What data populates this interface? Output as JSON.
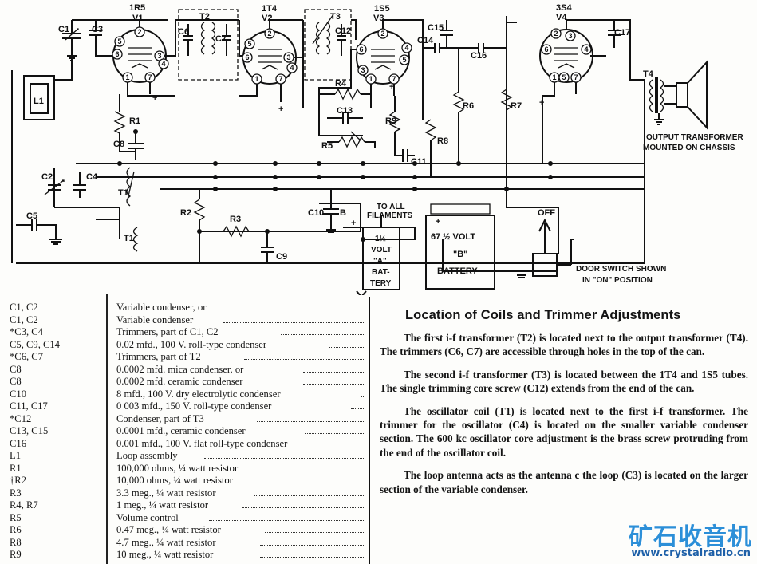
{
  "schematic": {
    "tubes": [
      {
        "type": "1R5",
        "designator": "V1",
        "pins": [
          "1",
          "2",
          "3",
          "4",
          "5",
          "6",
          "7"
        ]
      },
      {
        "type": "1T4",
        "designator": "V2",
        "pins": [
          "1",
          "2",
          "3",
          "4",
          "5",
          "6",
          "7"
        ]
      },
      {
        "type": "1S5",
        "designator": "V3",
        "pins": [
          "1",
          "2",
          "3",
          "4",
          "5",
          "6",
          "7"
        ]
      },
      {
        "type": "3S4",
        "designator": "V4",
        "pins": [
          "1",
          "2",
          "3",
          "4",
          "5",
          "6",
          "7"
        ]
      }
    ],
    "labels": {
      "c1": "C1",
      "c2": "C2",
      "c3": "C3",
      "c4": "C4",
      "c5": "C5",
      "c6": "C6",
      "c7": "C7",
      "c8": "C8",
      "c9": "C9",
      "c10": "C10",
      "b_mark": "B",
      "c11": "C11",
      "c12": "C12",
      "c13": "C13",
      "c14": "C14",
      "c15": "C15",
      "c16": "C16",
      "c17": "C17",
      "r1": "R1",
      "r2": "R2",
      "r3": "R3",
      "r4": "R4",
      "r5": "R5",
      "r6": "R6",
      "r7": "R7",
      "r8": "R8",
      "r9": "R9",
      "t1": "T1",
      "t1b": "T1",
      "t2": "T2",
      "t3": "T3",
      "t4": "T4",
      "l1": "L1",
      "plus": "+"
    },
    "output_transformer": [
      "OUTPUT TRANSFORMER",
      "MOUNTED ON CHASSIS"
    ],
    "to_filaments": [
      "TO ALL",
      "FILAMENTS"
    ],
    "a_battery": [
      "1½",
      "VOLT",
      "\"A\"",
      "BAT-",
      "TERY"
    ],
    "b_battery": [
      "67 ½ VOLT",
      "\"B\"",
      "BATTERY"
    ],
    "off_label": "OFF",
    "door_switch": [
      "DOOR SWITCH SHOWN",
      "IN \"ON\" POSITION"
    ]
  },
  "parts_list": [
    {
      "ref": "C1, C2",
      "desc": "Variable condenser, or"
    },
    {
      "ref": "C1, C2",
      "desc": "Variable condenser"
    },
    {
      "ref": "*C3, C4",
      "desc": "Trimmers, part of C1, C2"
    },
    {
      "ref": "C5, C9, C14",
      "desc": "0.02 mfd., 100 V. roll-type condenser"
    },
    {
      "ref": "*C6, C7",
      "desc": "Trimmers, part of T2"
    },
    {
      "ref": "C8",
      "desc": "0.0002 mfd. mica condenser, or"
    },
    {
      "ref": "C8",
      "desc": "0.0002 mfd. ceramic condenser"
    },
    {
      "ref": "C10",
      "desc": "8 mfd., 100 V. dry electrolytic condenser"
    },
    {
      "ref": "C11, C17",
      "desc": "0 003 mfd., 150 V. roll-type condenser"
    },
    {
      "ref": "*C12",
      "desc": "Condenser, part of T3"
    },
    {
      "ref": "C13, C15",
      "desc": "0.0001 mfd., ceramic condenser"
    },
    {
      "ref": "C16",
      "desc": "0.001 mfd., 100 V. flat roll-type condenser"
    },
    {
      "ref": "L1",
      "desc": "Loop assembly"
    },
    {
      "ref": "R1",
      "desc": "100,000 ohms, ¼ watt resistor"
    },
    {
      "ref": "†R2",
      "desc": "10,000 ohms, ¼ watt resistor"
    },
    {
      "ref": "R3",
      "desc": "3.3 meg., ¼ watt resistor"
    },
    {
      "ref": "R4, R7",
      "desc": "1 meg., ¼ watt resistor"
    },
    {
      "ref": "R5",
      "desc": "Volume control"
    },
    {
      "ref": "R6",
      "desc": "0.47 meg., ¼ watt resistor"
    },
    {
      "ref": "R8",
      "desc": "4.7 meg., ¼ watt resistor"
    },
    {
      "ref": "R9",
      "desc": "10 meg., ¼ watt resistor"
    }
  ],
  "notes": {
    "title": "Location of Coils and Trimmer Adjustments",
    "paragraphs": [
      "The first i-f transformer (T2) is located next to the output transformer (T4). The trimmers (C6, C7) are accessible through holes in the top of the can.",
      "The second i-f transformer (T3) is located between the 1T4 and 1S5 tubes. The single trimming core screw (C12) extends from the end of the can.",
      "The oscillator coil (T1) is located next to the first i-f transformer. The trimmer for the oscillator (C4) is located on the smaller variable condenser section. The 600 kc oscillator core adjustment is the brass screw protruding from the end of the oscillator coil.",
      "The loop antenna acts as the antenna c the loop (C3) is located on the larger section of the variable condenser."
    ]
  },
  "watermark": {
    "text_cn": "矿石收音机",
    "url": "www.crystalradio.cn"
  }
}
